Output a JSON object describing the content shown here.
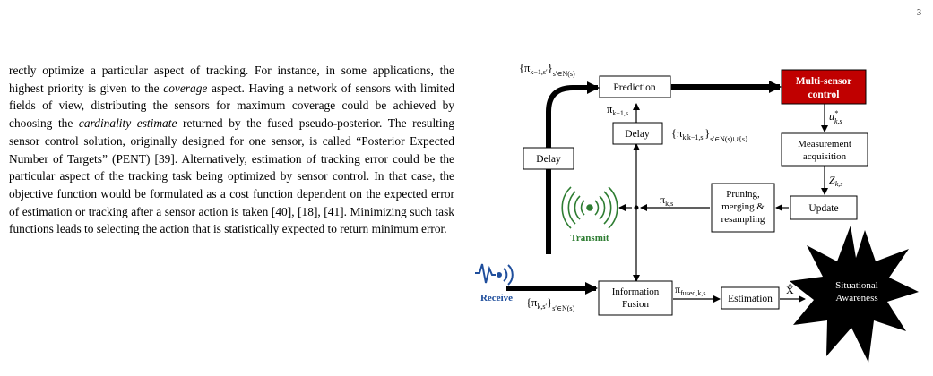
{
  "page": {
    "number": "3"
  },
  "paragraph": [
    {
      "t": "rectly optimize a particular aspect of tracking. For instance, in some applications, the highest priority is given to the "
    },
    {
      "t": "coverage",
      "em": true
    },
    {
      "t": " aspect. Having a network of sensors with limited fields of view, distributing the sensors for maximum coverage could be achieved by choosing the "
    },
    {
      "t": "cardinality estimate",
      "em": true
    },
    {
      "t": " returned by the fused pseudo-posterior. The resulting sensor control solution, originally designed for one sensor, is called “Poste­rior Expected Number of Targets” (PENT) [39]. Alternatively, estimation of tracking error could be the particular aspect of the tracking task being optimized by sensor control. In that case, the objective function would be formulated as a cost function dependent on the expected error of estimation or tracking after a sensor action is taken [40], [18], [41]. Minimizing such task functions leads to selecting the action that is statistically expected to return minimum error."
    }
  ],
  "diagram": {
    "blocks": {
      "prediction": "Prediction",
      "multisensor_line1": "Multi-sensor",
      "multisensor_line2": "control",
      "delay_inner": "Delay",
      "delay_left": "Delay",
      "measurement_line1": "Measurement",
      "measurement_line2": "acquisition",
      "pruning_line1": "Pruning,",
      "pruning_line2": "merging &",
      "pruning_line3": "resampling",
      "update": "Update",
      "fusion_line1": "Information",
      "fusion_line2": "Fusion",
      "estimation": "Estimation",
      "situational_line1": "Situational",
      "situational_line2": "Awareness"
    },
    "labels": {
      "transmit": "Transmit",
      "receive": "Receive",
      "pi_top_prefix": "{π",
      "pi_top_sub": "k−1,s′",
      "pi_top_close": "}",
      "pi_top_set": "s′∈N(s)",
      "pi_km1_s": "π",
      "pi_km1_s_sub": "k−1,s",
      "pi_delay_prefix": "{π",
      "pi_delay_sub": "k|k−1,s′",
      "pi_delay_close": "}",
      "pi_delay_set": "s′∈N(s)∪{s}",
      "u_main": "u",
      "u_sub": "k,s",
      "u_sup": "*",
      "z_main": "Z",
      "z_sub": "k,s",
      "pi_ks": "π",
      "pi_ks_sub": "k,s",
      "pi_fused": "π",
      "pi_fused_sub": "fused,k,s",
      "x_hat": "X̂",
      "pi_recv_prefix": "{π",
      "pi_recv_sub": "k,s′",
      "pi_recv_close": "}",
      "pi_recv_set": "s′∈N(s)"
    },
    "colors": {
      "control_block": "#c00000",
      "transmit": "#2e7d32",
      "receive": "#1f4e9c"
    },
    "icons": {
      "transmit": "broadcast-waves-icon",
      "receive": "signal-antenna-icon"
    }
  }
}
